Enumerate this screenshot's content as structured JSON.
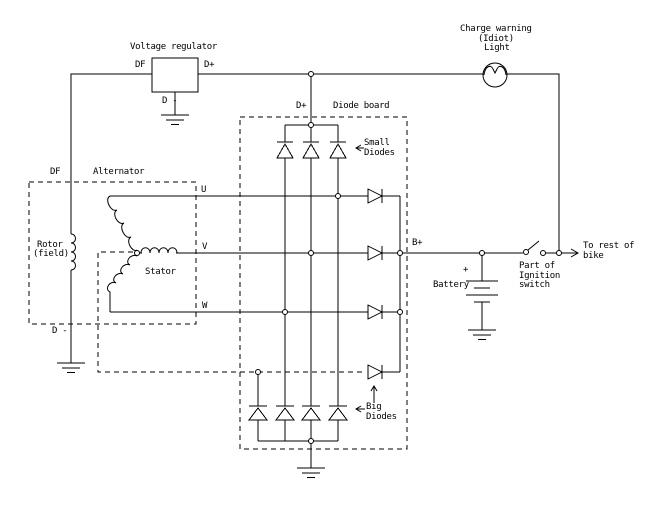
{
  "colors": {
    "line": "#000000",
    "background": "#ffffff"
  },
  "voltage_regulator": {
    "label": "Voltage regulator",
    "df_terminal": "DF",
    "d_plus_terminal": "D+",
    "d_minus_terminal": "D -"
  },
  "charge_warning_light": {
    "line1": "Charge warning",
    "line2": "(Idiot)",
    "line3": "Light"
  },
  "diode_board": {
    "label": "Diode board",
    "d_plus_terminal": "D+",
    "b_plus_terminal": "B+",
    "small_diodes": {
      "line1": "Small",
      "line2": "Diodes"
    },
    "big_diodes": {
      "line1": "Big",
      "line2": "Diodes"
    }
  },
  "alternator": {
    "label": "Alternator",
    "df_terminal": "DF",
    "d_minus_terminal": "D -",
    "rotor": {
      "line1": "Rotor",
      "line2": "(field)"
    },
    "stator_label": "Stator",
    "phase_u": "U",
    "phase_v": "V",
    "phase_w": "W"
  },
  "battery": {
    "label": "Battery",
    "plus_terminal": "+"
  },
  "ignition_switch": {
    "line1": "Part of",
    "line2": "Ignition",
    "line3": "switch"
  },
  "output": {
    "line1": "To rest of",
    "line2": "bike"
  }
}
